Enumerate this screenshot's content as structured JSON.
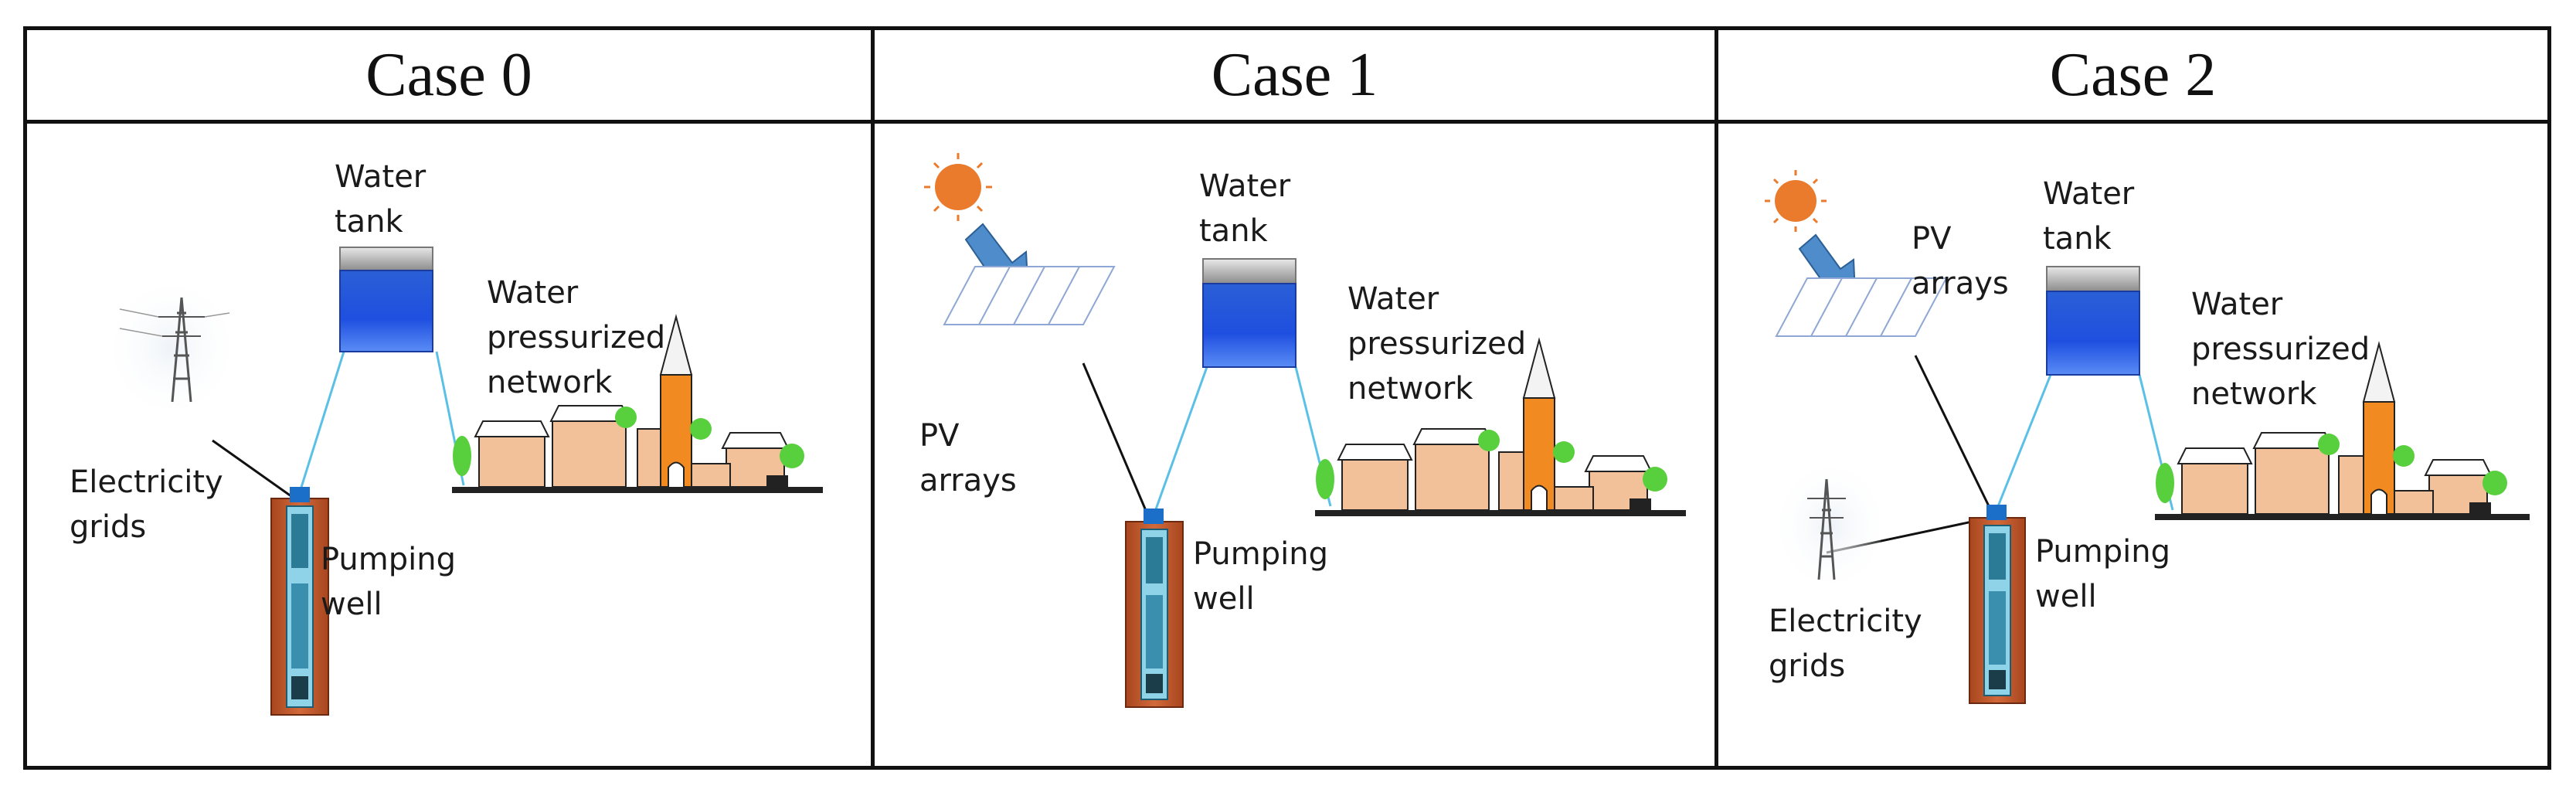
{
  "cases": [
    {
      "title": "Case 0",
      "labels": {
        "water_tank": "Water\ntank",
        "network": "Water\npressurized\nnetwork",
        "grid": "Electricity\ngrids",
        "well": "Pumping\nwell"
      }
    },
    {
      "title": "Case 1",
      "labels": {
        "water_tank": "Water\ntank",
        "network": "Water\npressurized\nnetwork",
        "pv": "PV\narrays",
        "well": "Pumping\nwell"
      }
    },
    {
      "title": "Case 2",
      "labels": {
        "water_tank": "Water\ntank",
        "network": "Water\npressurized\nnetwork",
        "pv": "PV\narrays",
        "grid": "Electricity\ngrids",
        "well": "Pumping\nwell"
      }
    }
  ]
}
